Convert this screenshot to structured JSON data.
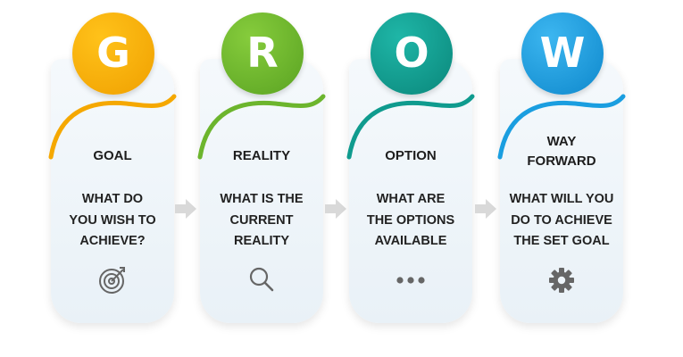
{
  "steps": [
    {
      "letter": "G",
      "title": "GOAL",
      "description": "WHAT DO\nYOU WISH TO\nACHIEVE?",
      "icon": "target-icon",
      "color": "#f5a800",
      "color_dark": "#e08a00"
    },
    {
      "letter": "R",
      "title": "REALITY",
      "description": "WHAT IS THE\nCURRENT\nREALITY",
      "icon": "magnifier-icon",
      "color": "#6cb52d",
      "color_dark": "#4e9a1e"
    },
    {
      "letter": "O",
      "title": "OPTION",
      "description": "WHAT ARE\nTHE OPTIONS\nAVAILABLE",
      "icon": "more-dots-icon",
      "color": "#0f9b8e",
      "color_dark": "#087a70"
    },
    {
      "letter": "W",
      "title": "WAY\nFORWARD",
      "description": "WHAT WILL YOU\nDO TO ACHIEVE\nTHE SET GOAL",
      "icon": "gear-icon",
      "color": "#1a9ee0",
      "color_dark": "#0b7fc0"
    }
  ],
  "arrow_color": "#d9d9d9"
}
